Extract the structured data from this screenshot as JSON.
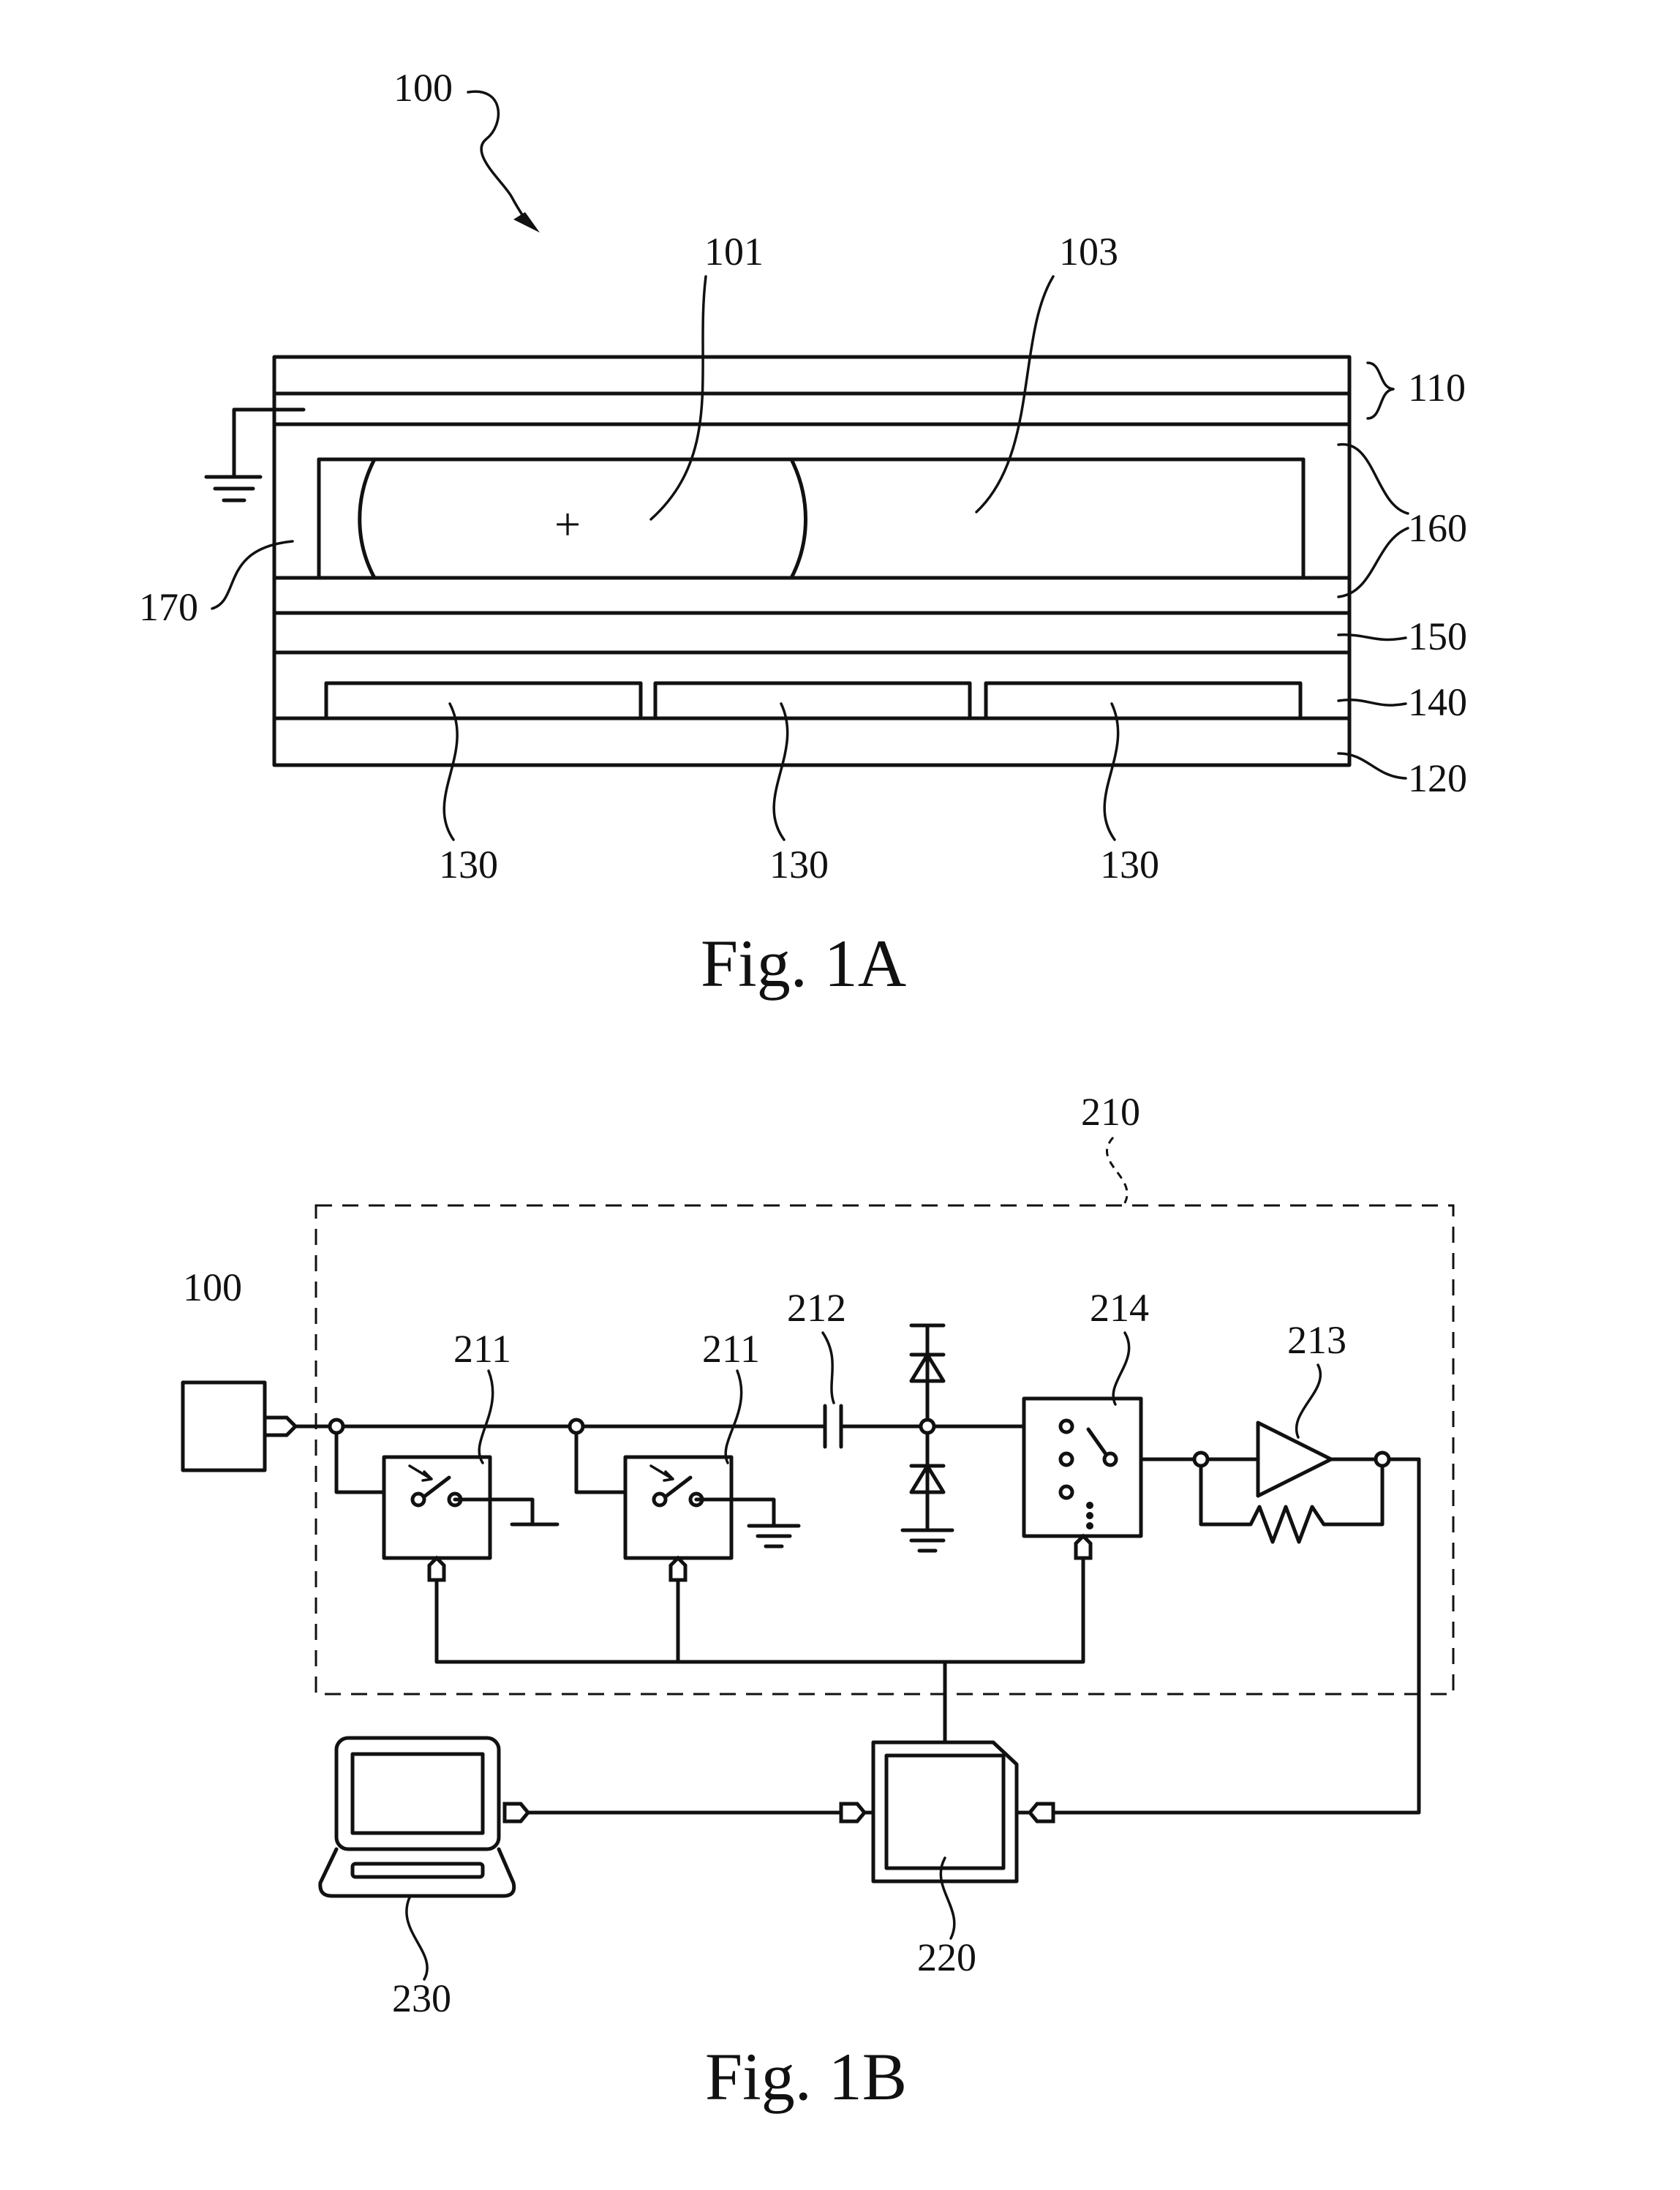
{
  "fig_1a": {
    "caption": "Fig. 1A",
    "label_100": "100",
    "label_101": "101",
    "label_103": "103",
    "label_110": "110",
    "label_160": "160",
    "label_170": "170",
    "label_150": "150",
    "label_140": "140",
    "label_120": "120",
    "label_130_a": "130",
    "label_130_b": "130",
    "label_130_c": "130",
    "plus_sign": "+"
  },
  "fig_1b": {
    "caption": "Fig. 1B",
    "label_210": "210",
    "label_100": "100",
    "label_211_a": "211",
    "label_211_b": "211",
    "label_212": "212",
    "label_214": "214",
    "label_213": "213",
    "label_220": "220",
    "label_230": "230"
  }
}
